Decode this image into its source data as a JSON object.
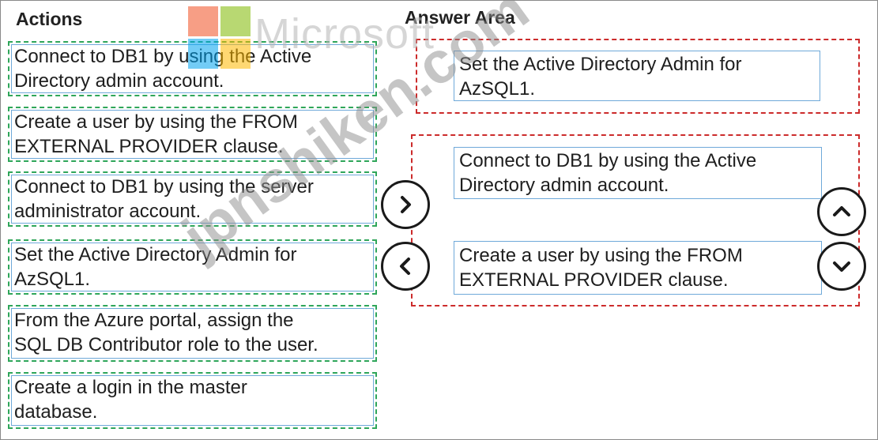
{
  "actions": {
    "heading": "Actions",
    "items": [
      {
        "label": "Connect to DB1 by using the Active\nDirectory admin account."
      },
      {
        "label": "Create a user by using the FROM\nEXTERNAL PROVIDER clause."
      },
      {
        "label": "Connect to DB1 by using the server\nadministrator account."
      },
      {
        "label": "Set the Active Directory Admin for\nAzSQL1."
      },
      {
        "label": "From the Azure portal, assign the\nSQL DB Contributor role to the user."
      },
      {
        "label": "Create a login in the master\ndatabase."
      }
    ]
  },
  "answer_area": {
    "heading": "Answer Area",
    "items": [
      {
        "label": "Set the Active Directory Admin for\nAzSQL1."
      },
      {
        "label": "Connect to DB1 by using the Active\nDirectory admin account."
      },
      {
        "label": "Create a user by using the FROM\nEXTERNAL PROVIDER clause."
      }
    ]
  },
  "controls": {
    "move_right_icon": "chevron-right-icon",
    "move_left_icon": "chevron-left-icon",
    "move_up_icon": "chevron-up-icon",
    "move_down_icon": "chevron-down-icon"
  },
  "watermark": {
    "logo_text": "Microsoft",
    "diagonal_text": "jpnshiken.com"
  },
  "colors": {
    "action_border": "#2fa65a",
    "answer_group_border": "#cc2b2b",
    "item_inner_border": "#6fa9d9"
  }
}
